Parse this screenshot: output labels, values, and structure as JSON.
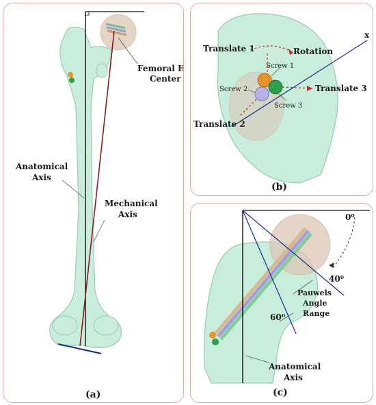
{
  "panel_a": {
    "caption": "(a)",
    "femoral_head_center": [
      "Femoral Head",
      "Center"
    ],
    "anatomical_axis": [
      "Anatomical",
      "Axis"
    ],
    "mechanical_axis": [
      "Mechanical",
      "Axis"
    ]
  },
  "panel_b": {
    "caption": "(b)",
    "translate_1": "Translate 1",
    "translate_2": "Translate 2",
    "translate_3": "Translate 3",
    "rotation": "Rotation",
    "screw_1": "Screw 1",
    "screw_2": "Screw 2",
    "screw_3": "Screw 3",
    "x_axis": "x"
  },
  "panel_c": {
    "caption": "(c)",
    "angle_0": "0⁰",
    "angle_40": "40⁰",
    "angle_60": "60⁰",
    "pauwels": [
      "Pauwels",
      "Angle",
      "Range"
    ],
    "anatomical_axis": [
      "Anatomical",
      "Axis"
    ]
  },
  "colors": {
    "bone": "#c8eedb",
    "bone_edge": "#9cc9b3",
    "head": "#dcc6b4",
    "border": "#e3a7a2",
    "mechanical_axis": "#8b1a1a",
    "blue_line": "#1a2a8a"
  }
}
